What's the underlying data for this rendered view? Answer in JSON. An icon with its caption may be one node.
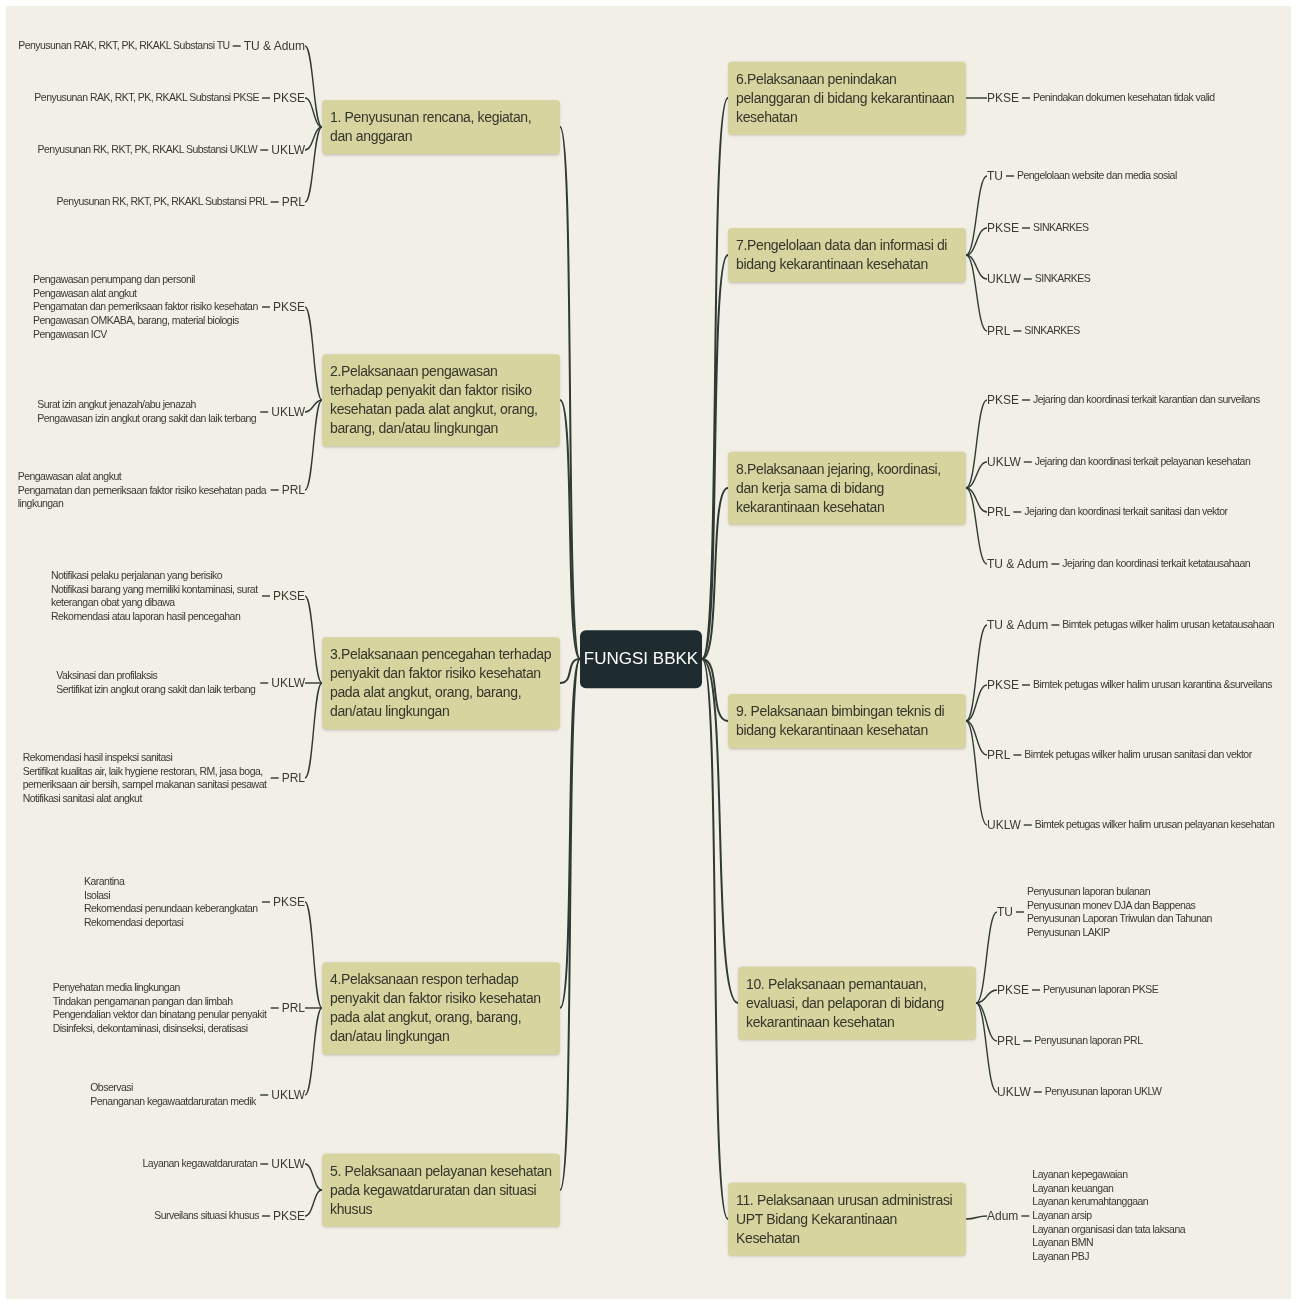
{
  "diagram": {
    "nodes": [
      {
        "text": [
          "FUNGSI BBKK"
        ]
      },
      {
        "text": [
          "1. Penyusunan rencana, kegiatan, dan anggaran"
        ]
      },
      {
        "text": [
          "TU & Adum"
        ]
      },
      {
        "text": [
          "Penyusunan RAK, RKT, PK, RKAKL Substansi TU"
        ]
      },
      {
        "text": [
          "PKSE"
        ]
      },
      {
        "text": [
          "Penyusunan RAK, RKT, PK, RKAKL Substansi PKSE"
        ]
      },
      {
        "text": [
          "UKLW"
        ]
      },
      {
        "text": [
          "Penyusunan RK, RKT, PK, RKAKL Substansi UKLW"
        ]
      },
      {
        "text": [
          "PRL"
        ]
      },
      {
        "text": [
          "Penyusunan RK, RKT, PK, RKAKL Substansi PRL"
        ]
      },
      {
        "text": [
          "2.Pelaksanaan pengawasan terhadap penyakit dan faktor risiko kesehatan pada alat angkut, orang, barang, dan/atau lingkungan"
        ]
      },
      {
        "text": [
          "PKSE"
        ]
      },
      {
        "text": [
          "Pengawasan penumpang dan personil",
          "Pengawasan alat angkut",
          "Pengamatan dan pemeriksaan faktor risiko kesehatan",
          "Pengawasan OMKABA, barang, material biologis",
          "Pengawasan ICV"
        ]
      },
      {
        "text": [
          "UKLW"
        ]
      },
      {
        "text": [
          "Surat izin angkut jenazah/abu jenazah",
          "Pengawasan izin angkut orang sakit dan laik terbang"
        ]
      },
      {
        "text": [
          "PRL"
        ]
      },
      {
        "text": [
          "Pengawasan alat angkut",
          "Pengamatan dan pemeriksaan faktor risiko kesehatan pada lingkungan"
        ]
      },
      {
        "text": [
          "3.Pelaksanaan pencegahan terhadap penyakit dan faktor risiko kesehatan pada alat angkut, orang, barang, dan/atau lingkungan"
        ]
      },
      {
        "text": [
          "PKSE"
        ]
      },
      {
        "text": [
          "Notifikasi pelaku perjalanan yang berisiko",
          "Notifikasi barang yang memiliki kontaminasi, surat keterangan obat yang dibawa",
          "Rekomendasi atau laporan hasil pencegahan"
        ]
      },
      {
        "text": [
          "UKLW"
        ]
      },
      {
        "text": [
          "Vaksinasi dan profilaksis",
          "Sertifikat izin angkut orang sakit dan laik terbang"
        ]
      },
      {
        "text": [
          "PRL"
        ]
      },
      {
        "text": [
          "Rekomendasi hasil inspeksi sanitasi",
          "Sertifikat kualitas air, laik hygiene restoran, RM, jasa boga, pemeriksaan air bersih, sampel makanan sanitasi pesawat",
          "Notifikasi sanitasi alat angkut"
        ]
      },
      {
        "text": [
          "4.Pelaksanaan respon terhadap penyakit dan faktor risiko kesehatan pada alat angkut, orang, barang, dan/atau lingkungan"
        ]
      },
      {
        "text": [
          "PKSE"
        ]
      },
      {
        "text": [
          "Karantina",
          "Isolasi",
          "Rekomendasi penundaan keberangkatan",
          "Rekomendasi deportasi"
        ]
      },
      {
        "text": [
          "PRL"
        ]
      },
      {
        "text": [
          "Penyehatan media lingkungan",
          "Tindakan pengamanan pangan dan limbah",
          "Pengendalian vektor dan binatang penular penyakit",
          "Disinfeksi, dekontaminasi, disinseksi, deratisasi"
        ]
      },
      {
        "text": [
          "UKLW"
        ]
      },
      {
        "text": [
          "Observasi",
          "Penanganan kegawaatdaruratan medik"
        ]
      },
      {
        "text": [
          "5. Pelaksanaan pelayanan kesehatan pada kegawatdaruratan dan situasi khusus"
        ]
      },
      {
        "text": [
          "UKLW"
        ]
      },
      {
        "text": [
          "Layanan kegawatdaruratan"
        ]
      },
      {
        "text": [
          "PKSE"
        ]
      },
      {
        "text": [
          "Surveilans situasi khusus"
        ]
      },
      {
        "text": [
          "6.Pelaksanaan penindakan pelanggaran di bidang kekarantinaan kesehatan"
        ]
      },
      {
        "text": [
          "PKSE"
        ]
      },
      {
        "text": [
          "Penindakan dokumen kesehatan tidak valid"
        ]
      },
      {
        "text": [
          "7.Pengelolaan data dan informasi di bidang kekarantinaan kesehatan"
        ]
      },
      {
        "text": [
          "TU"
        ]
      },
      {
        "text": [
          "Pengelolaan website dan media sosial"
        ]
      },
      {
        "text": [
          "PKSE"
        ]
      },
      {
        "text": [
          "SINKARKES"
        ]
      },
      {
        "text": [
          "UKLW"
        ]
      },
      {
        "text": [
          "SINKARKES"
        ]
      },
      {
        "text": [
          "PRL"
        ]
      },
      {
        "text": [
          "SINKARKES"
        ]
      },
      {
        "text": [
          "8.Pelaksanaan jejaring, koordinasi, dan kerja sama di bidang kekarantinaan kesehatan"
        ]
      },
      {
        "text": [
          "PKSE"
        ]
      },
      {
        "text": [
          "Jejaring dan koordinasi terkait karantian dan surveilans"
        ]
      },
      {
        "text": [
          "UKLW"
        ]
      },
      {
        "text": [
          "Jejaring dan koordinasi terkait pelayanan kesehatan"
        ]
      },
      {
        "text": [
          "PRL"
        ]
      },
      {
        "text": [
          "Jejaring dan koordinasi terkait sanitasi dan vektor"
        ]
      },
      {
        "text": [
          "TU & Adum"
        ]
      },
      {
        "text": [
          "Jejaring dan koordinasi terkait ketatausahaan"
        ]
      },
      {
        "text": [
          "9. Pelaksanaan bimbingan teknis di bidang kekarantinaan kesehatan"
        ]
      },
      {
        "text": [
          "TU & Adum"
        ]
      },
      {
        "text": [
          "Bimtek petugas wilker halim urusan ketatausahaan"
        ]
      },
      {
        "text": [
          "PKSE"
        ]
      },
      {
        "text": [
          "Bimtek petugas wilker halim urusan karantina &surveilans"
        ]
      },
      {
        "text": [
          "PRL"
        ]
      },
      {
        "text": [
          "Bimtek petugas wilker halim urusan sanitasi dan vektor"
        ]
      },
      {
        "text": [
          "UKLW"
        ]
      },
      {
        "text": [
          "Bimtek petugas wilker halim urusan pelayanan kesehatan"
        ]
      },
      {
        "text": [
          "10. Pelaksanaan pemantauan, evaluasi, dan pelaporan di bidang kekarantinaan kesehatan"
        ]
      },
      {
        "text": [
          "TU"
        ]
      },
      {
        "text": [
          "Penyusunan laporan bulanan",
          "Penyusunan monev DJA dan Bappenas",
          "Penyusunan Laporan Triwulan dan Tahunan",
          "Penyusunan LAKIP"
        ]
      },
      {
        "text": [
          "PKSE"
        ]
      },
      {
        "text": [
          "Penyusunan laporan PKSE"
        ]
      },
      {
        "text": [
          "PRL"
        ]
      },
      {
        "text": [
          "Penyusunan laporan PRL"
        ]
      },
      {
        "text": [
          "UKLW"
        ]
      },
      {
        "text": [
          "Penyusunan laporan UKLW"
        ]
      },
      {
        "text": [
          "11. Pelaksanaan urusan administrasi UPT Bidang Kekarantinaan Kesehatan"
        ]
      },
      {
        "text": [
          "Adum"
        ]
      },
      {
        "text": [
          "Layanan kepegawaian",
          "Layanan keuangan",
          "Layanan kerumahtanggaan",
          "Layanan arsip",
          "Layanan organisasi dan tata laksana",
          "Layanan BMN",
          "Layanan PBJ"
        ]
      }
    ],
    "edges": [
      {
        "from": 0,
        "to": 1,
        "arrow": "none"
      },
      {
        "from": 0,
        "to": 10,
        "arrow": "none"
      },
      {
        "from": 0,
        "to": 17,
        "arrow": "none"
      },
      {
        "from": 0,
        "to": 24,
        "arrow": "none"
      },
      {
        "from": 0,
        "to": 31,
        "arrow": "none"
      },
      {
        "from": 0,
        "to": 36,
        "arrow": "none"
      },
      {
        "from": 0,
        "to": 39,
        "arrow": "none"
      },
      {
        "from": 0,
        "to": 48,
        "arrow": "none"
      },
      {
        "from": 0,
        "to": 57,
        "arrow": "none"
      },
      {
        "from": 0,
        "to": 66,
        "arrow": "none"
      },
      {
        "from": 0,
        "to": 75,
        "arrow": "none"
      },
      {
        "from": 1,
        "to": 2,
        "arrow": "none"
      },
      {
        "from": 2,
        "to": 3,
        "arrow": "none"
      },
      {
        "from": 1,
        "to": 4,
        "arrow": "none"
      },
      {
        "from": 4,
        "to": 5,
        "arrow": "none"
      },
      {
        "from": 1,
        "to": 6,
        "arrow": "none"
      },
      {
        "from": 6,
        "to": 7,
        "arrow": "none"
      },
      {
        "from": 1,
        "to": 8,
        "arrow": "none"
      },
      {
        "from": 8,
        "to": 9,
        "arrow": "none"
      },
      {
        "from": 10,
        "to": 11,
        "arrow": "none"
      },
      {
        "from": 11,
        "to": 12,
        "arrow": "none"
      },
      {
        "from": 10,
        "to": 13,
        "arrow": "none"
      },
      {
        "from": 13,
        "to": 14,
        "arrow": "none"
      },
      {
        "from": 10,
        "to": 15,
        "arrow": "none"
      },
      {
        "from": 15,
        "to": 16,
        "arrow": "none"
      },
      {
        "from": 17,
        "to": 18,
        "arrow": "none"
      },
      {
        "from": 18,
        "to": 19,
        "arrow": "none"
      },
      {
        "from": 17,
        "to": 20,
        "arrow": "none"
      },
      {
        "from": 20,
        "to": 21,
        "arrow": "none"
      },
      {
        "from": 17,
        "to": 22,
        "arrow": "none"
      },
      {
        "from": 22,
        "to": 23,
        "arrow": "none"
      },
      {
        "from": 24,
        "to": 25,
        "arrow": "none"
      },
      {
        "from": 25,
        "to": 26,
        "arrow": "none"
      },
      {
        "from": 24,
        "to": 27,
        "arrow": "none"
      },
      {
        "from": 27,
        "to": 28,
        "arrow": "none"
      },
      {
        "from": 24,
        "to": 29,
        "arrow": "none"
      },
      {
        "from": 29,
        "to": 30,
        "arrow": "none"
      },
      {
        "from": 31,
        "to": 32,
        "arrow": "none"
      },
      {
        "from": 32,
        "to": 33,
        "arrow": "none"
      },
      {
        "from": 31,
        "to": 34,
        "arrow": "none"
      },
      {
        "from": 34,
        "to": 35,
        "arrow": "none"
      },
      {
        "from": 36,
        "to": 37,
        "arrow": "none"
      },
      {
        "from": 37,
        "to": 38,
        "arrow": "none"
      },
      {
        "from": 39,
        "to": 40,
        "arrow": "none"
      },
      {
        "from": 40,
        "to": 41,
        "arrow": "none"
      },
      {
        "from": 39,
        "to": 42,
        "arrow": "none"
      },
      {
        "from": 42,
        "to": 43,
        "arrow": "none"
      },
      {
        "from": 39,
        "to": 44,
        "arrow": "none"
      },
      {
        "from": 44,
        "to": 45,
        "arrow": "none"
      },
      {
        "from": 39,
        "to": 46,
        "arrow": "none"
      },
      {
        "from": 46,
        "to": 47,
        "arrow": "none"
      },
      {
        "from": 48,
        "to": 49,
        "arrow": "none"
      },
      {
        "from": 49,
        "to": 50,
        "arrow": "none"
      },
      {
        "from": 48,
        "to": 51,
        "arrow": "none"
      },
      {
        "from": 51,
        "to": 52,
        "arrow": "none"
      },
      {
        "from": 48,
        "to": 53,
        "arrow": "none"
      },
      {
        "from": 53,
        "to": 54,
        "arrow": "none"
      },
      {
        "from": 48,
        "to": 55,
        "arrow": "none"
      },
      {
        "from": 55,
        "to": 56,
        "arrow": "none"
      },
      {
        "from": 57,
        "to": 58,
        "arrow": "none"
      },
      {
        "from": 58,
        "to": 59,
        "arrow": "none"
      },
      {
        "from": 57,
        "to": 60,
        "arrow": "none"
      },
      {
        "from": 60,
        "to": 61,
        "arrow": "none"
      },
      {
        "from": 57,
        "to": 62,
        "arrow": "none"
      },
      {
        "from": 62,
        "to": 63,
        "arrow": "none"
      },
      {
        "from": 57,
        "to": 64,
        "arrow": "none"
      },
      {
        "from": 64,
        "to": 65,
        "arrow": "none"
      },
      {
        "from": 66,
        "to": 67,
        "arrow": "none"
      },
      {
        "from": 67,
        "to": 68,
        "arrow": "none"
      },
      {
        "from": 66,
        "to": 69,
        "arrow": "none"
      },
      {
        "from": 69,
        "to": 70,
        "arrow": "none"
      },
      {
        "from": 66,
        "to": 71,
        "arrow": "none"
      },
      {
        "from": 71,
        "to": 72,
        "arrow": "none"
      },
      {
        "from": 66,
        "to": 73,
        "arrow": "none"
      },
      {
        "from": 73,
        "to": 74,
        "arrow": "none"
      },
      {
        "from": 75,
        "to": 76,
        "arrow": "none"
      },
      {
        "from": 76,
        "to": 77,
        "arrow": "none"
      }
    ]
  }
}
